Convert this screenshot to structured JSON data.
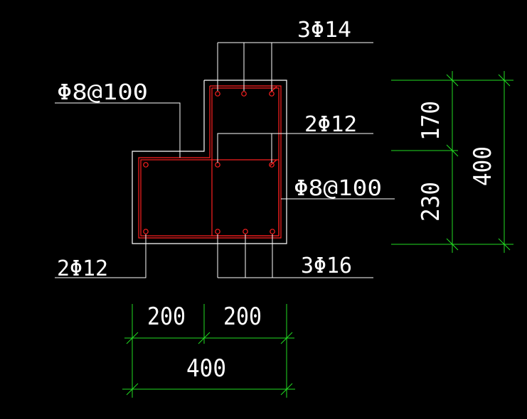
{
  "colors": {
    "background": "#000000",
    "outline": "#ffffff",
    "rebar": "#ff2020",
    "dimension": "#22dd22",
    "text": "#ffffff"
  },
  "labels": {
    "top_bars": "3Φ14",
    "stirrup_upper": "Φ8@100",
    "middle_bars": "2Φ12",
    "stirrup_right": "Φ8@100",
    "left_bars": "2Φ12",
    "bottom_bars": "3Φ16"
  },
  "dimensions": {
    "horizontal_left": "200",
    "horizontal_right": "200",
    "horizontal_total": "400",
    "vertical_upper": "170",
    "vertical_lower": "230",
    "vertical_total": "400"
  }
}
